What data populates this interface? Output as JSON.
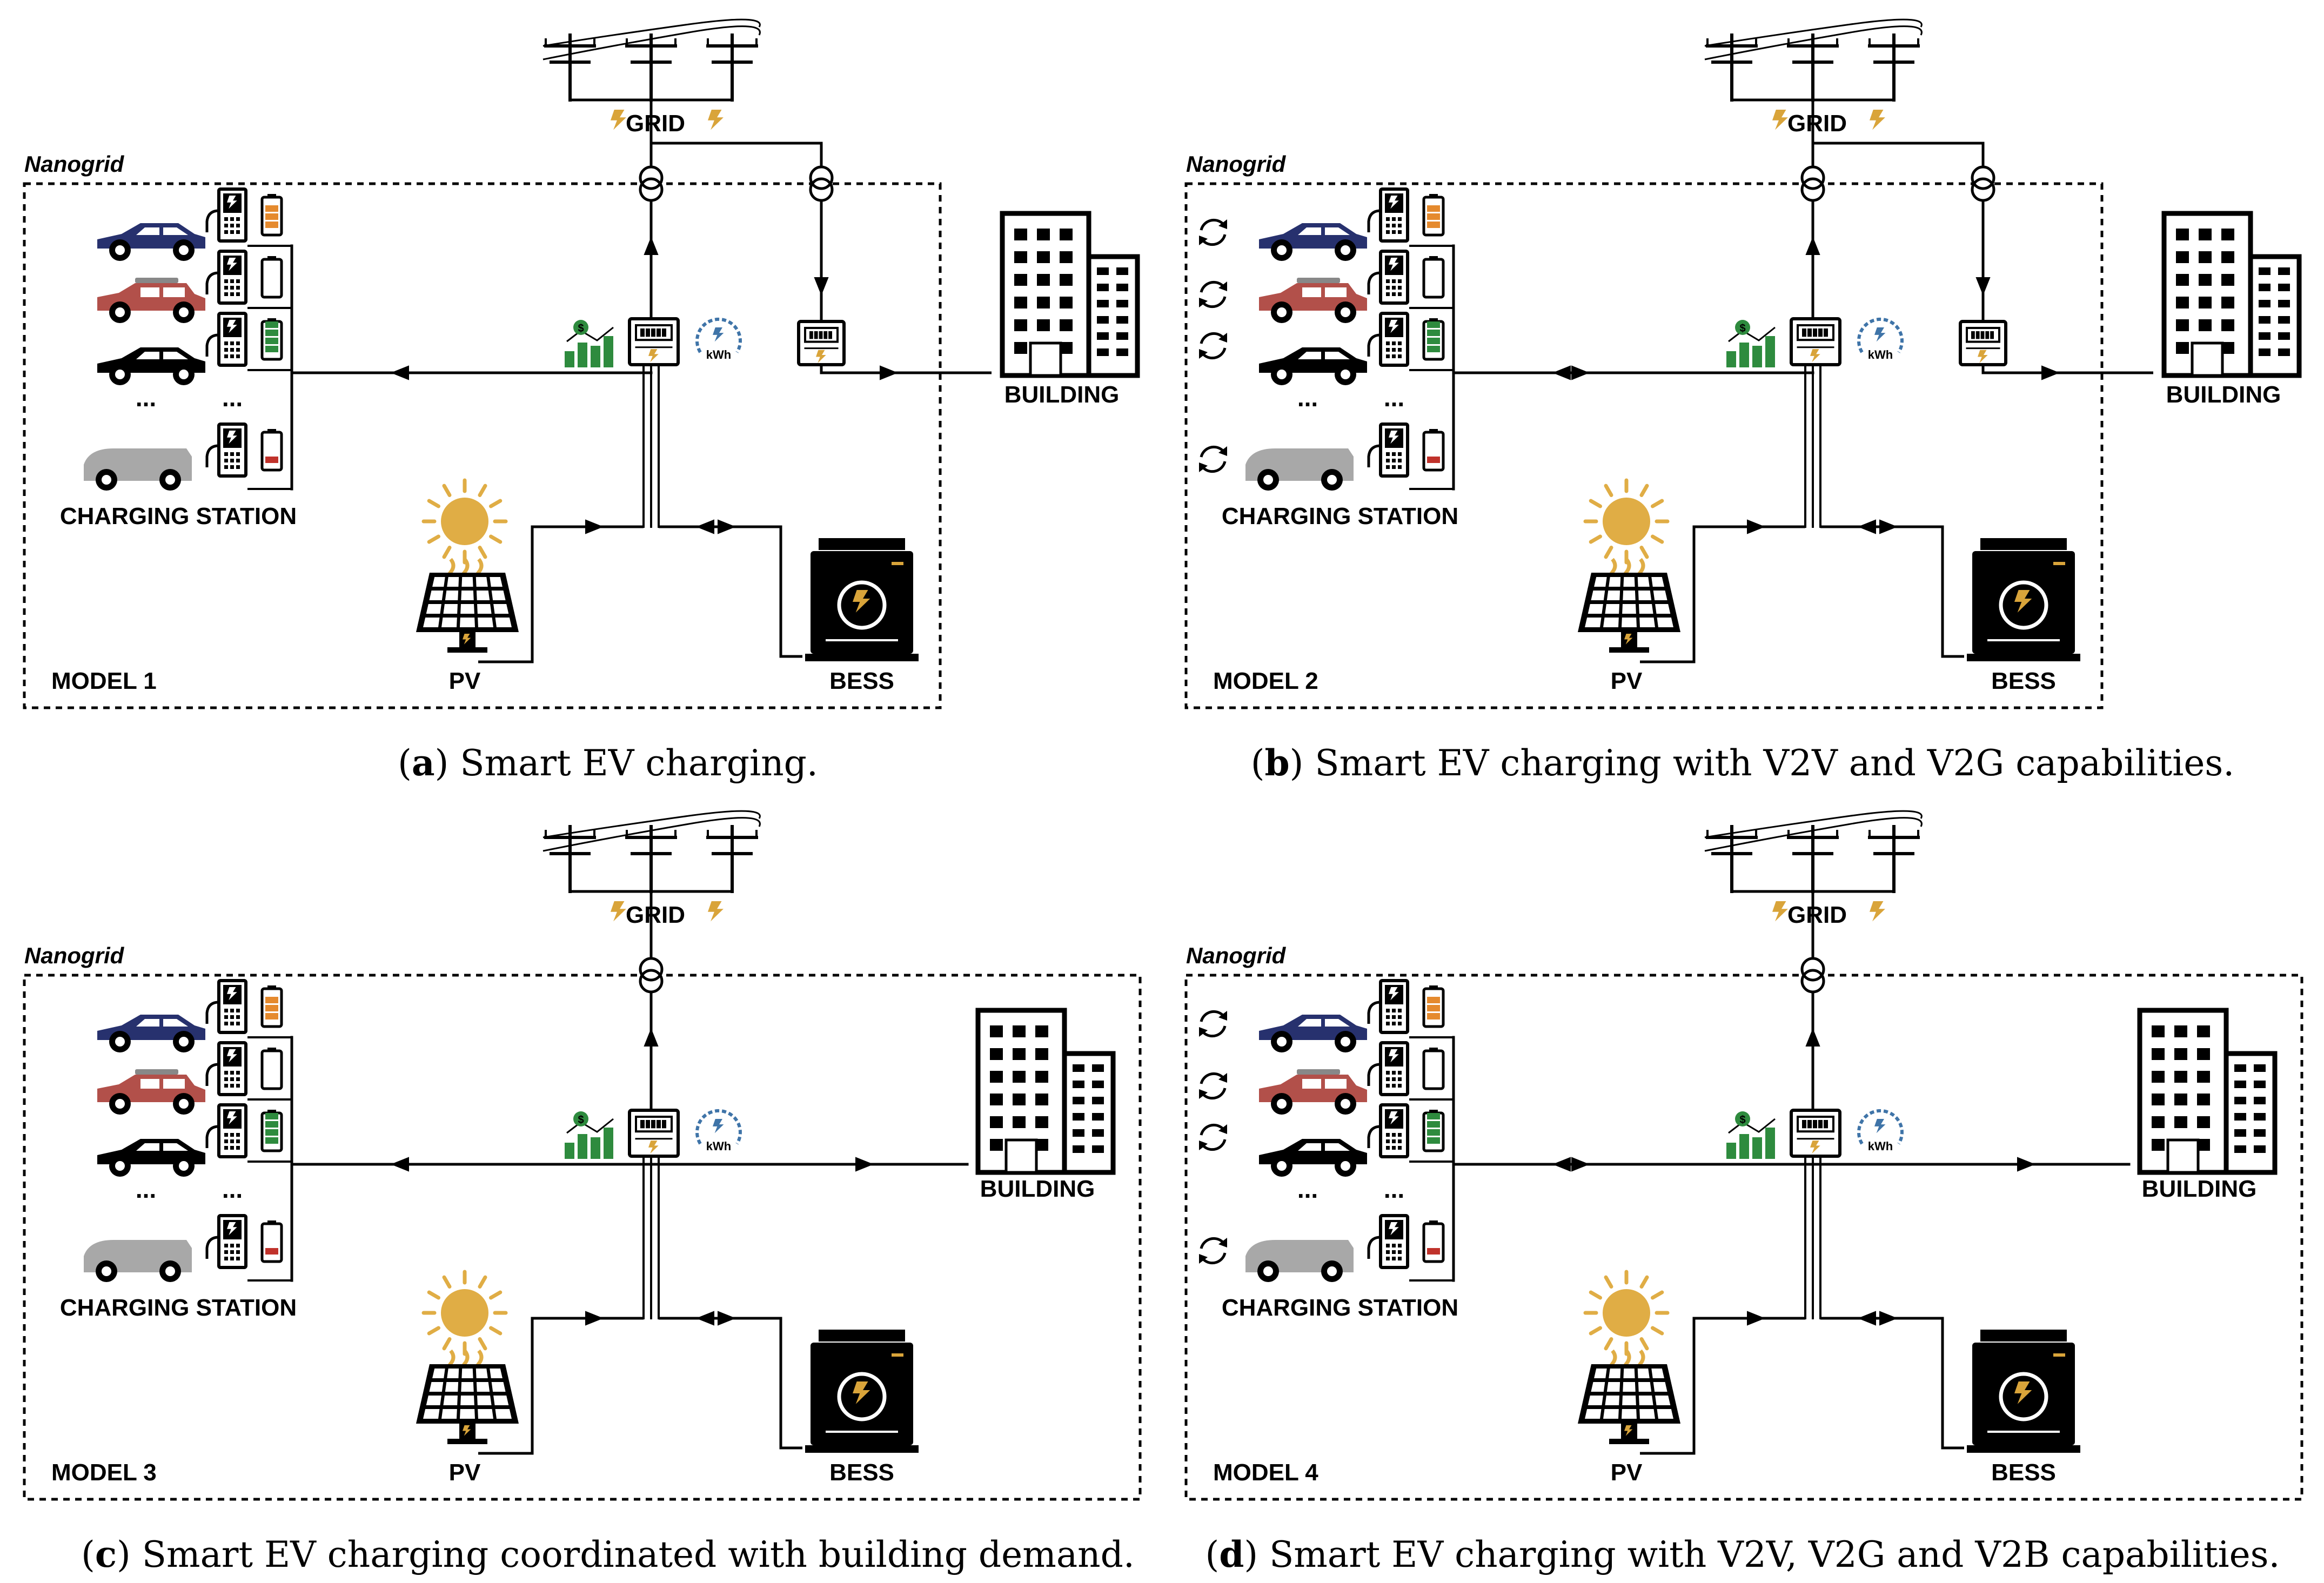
{
  "colors": {
    "line": "#000000",
    "bolt": "#d9a43a",
    "sun": "#e0ad45",
    "car_blue": "#27316e",
    "car_red": "#b2504a",
    "car_grey": "#a8a8a8",
    "battery_orange": "#e58a2e",
    "battery_green": "#2e8b3e",
    "battery_red": "#c0322b",
    "meter_blue": "#3f74a8",
    "chart_green": "#2e8b3e"
  },
  "labels": {
    "grid": "GRID",
    "nanogrid": "Nanogrid",
    "building": "BUILDING",
    "charging_station": "CHARGING STATION",
    "pv": "PV",
    "bess": "BESS",
    "kwh": "kWh",
    "ellipsis": "...",
    "dollar": "$"
  },
  "panels": [
    {
      "id": "a",
      "model": "MODEL 1",
      "caption_letter": "a",
      "caption_text": "Smart EV charging.",
      "separate_building_meter": true,
      "v2v": false,
      "bidirectional_ev": false
    },
    {
      "id": "b",
      "model": "MODEL 2",
      "caption_letter": "b",
      "caption_text": "Smart EV charging with V2V and V2G capabilities.",
      "separate_building_meter": true,
      "v2v": true,
      "bidirectional_ev": true
    },
    {
      "id": "c",
      "model": "MODEL 3",
      "caption_letter": "c",
      "caption_text": "Smart EV charging coordinated with building demand.",
      "separate_building_meter": false,
      "v2v": false,
      "bidirectional_ev": false
    },
    {
      "id": "d",
      "model": "MODEL 4",
      "caption_letter": "d",
      "caption_text": "Smart EV charging with V2V, V2G and V2B capabilities.",
      "separate_building_meter": false,
      "v2v": true,
      "bidirectional_ev": true
    }
  ],
  "caption_paren_open": "(",
  "caption_paren_close": ")"
}
